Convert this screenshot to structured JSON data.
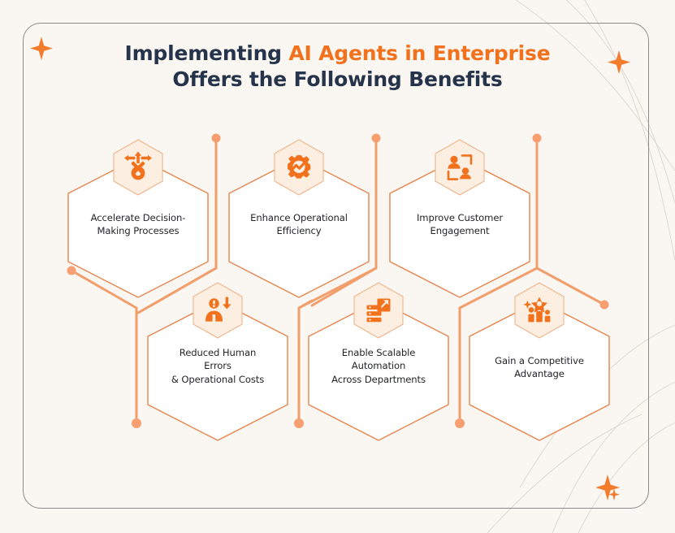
{
  "theme": {
    "page_background": "#faf6f2",
    "card_border": "#8b8b8b",
    "title_color": "#26344b",
    "accent_color": "#f2711c",
    "hex_border": "#e8834a",
    "hex_fill": "#ffffff",
    "badge_fill": "#fdeee2",
    "connector_color": "#f29e6b",
    "label_color": "#25262a"
  },
  "title": {
    "line1_part1": "Implementing ",
    "line1_accent": "AI Agents in Enterprise",
    "line2": "Offers the Following Benefits"
  },
  "benefits": [
    {
      "id": "accelerate-decision-making",
      "icon": "gear-arrows-icon",
      "lines": [
        "Accelerate Decision-",
        "Making Processes"
      ]
    },
    {
      "id": "enhance-operational-efficiency",
      "icon": "gear-trend-icon",
      "lines": [
        "Enhance Operational",
        "Efficiency"
      ]
    },
    {
      "id": "improve-customer-engagement",
      "icon": "two-people-connect-icon",
      "lines": [
        "Improve Customer",
        "Engagement"
      ]
    },
    {
      "id": "reduced-human-errors",
      "icon": "person-down-arrow-icon",
      "lines": [
        "Reduced Human",
        "Errors",
        "& Operational Costs"
      ]
    },
    {
      "id": "enable-scalable-automation",
      "icon": "server-growth-icon",
      "lines": [
        "Enable Scalable",
        "Automation",
        "Across Departments"
      ]
    },
    {
      "id": "gain-competitive-advantage",
      "icon": "podium-star-icon",
      "lines": [
        "Gain a Competitive",
        "Advantage"
      ]
    }
  ],
  "decorations": {
    "sparkles": [
      "sparkle-top-left",
      "sparkle-top-right",
      "sparkle-bottom-right-large",
      "sparkle-bottom-right-small"
    ],
    "arcs": "thin-curved-background-lines",
    "connector_dots": 6
  }
}
